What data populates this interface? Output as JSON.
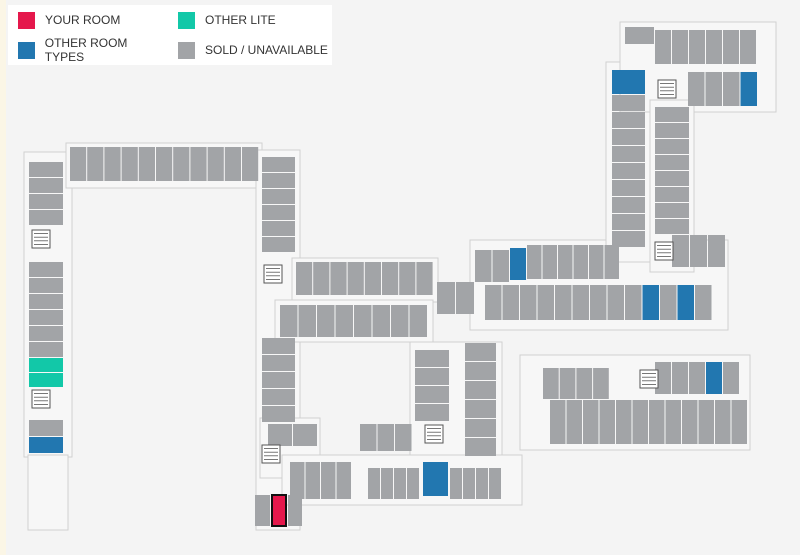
{
  "legend": [
    {
      "label": "YOUR ROOM",
      "color": "#e5184c"
    },
    {
      "label": "OTHER LITE",
      "color": "#12c8a8"
    },
    {
      "label": "OTHER ROOM TYPES",
      "color": "#2277b0"
    },
    {
      "label": "SOLD / UNAVAILABLE",
      "color": "#a2a4a7"
    }
  ],
  "colors": {
    "your_room": "#e5184c",
    "other_lite": "#12c8a8",
    "other_types": "#2277b0",
    "sold": "#a2a4a7"
  }
}
